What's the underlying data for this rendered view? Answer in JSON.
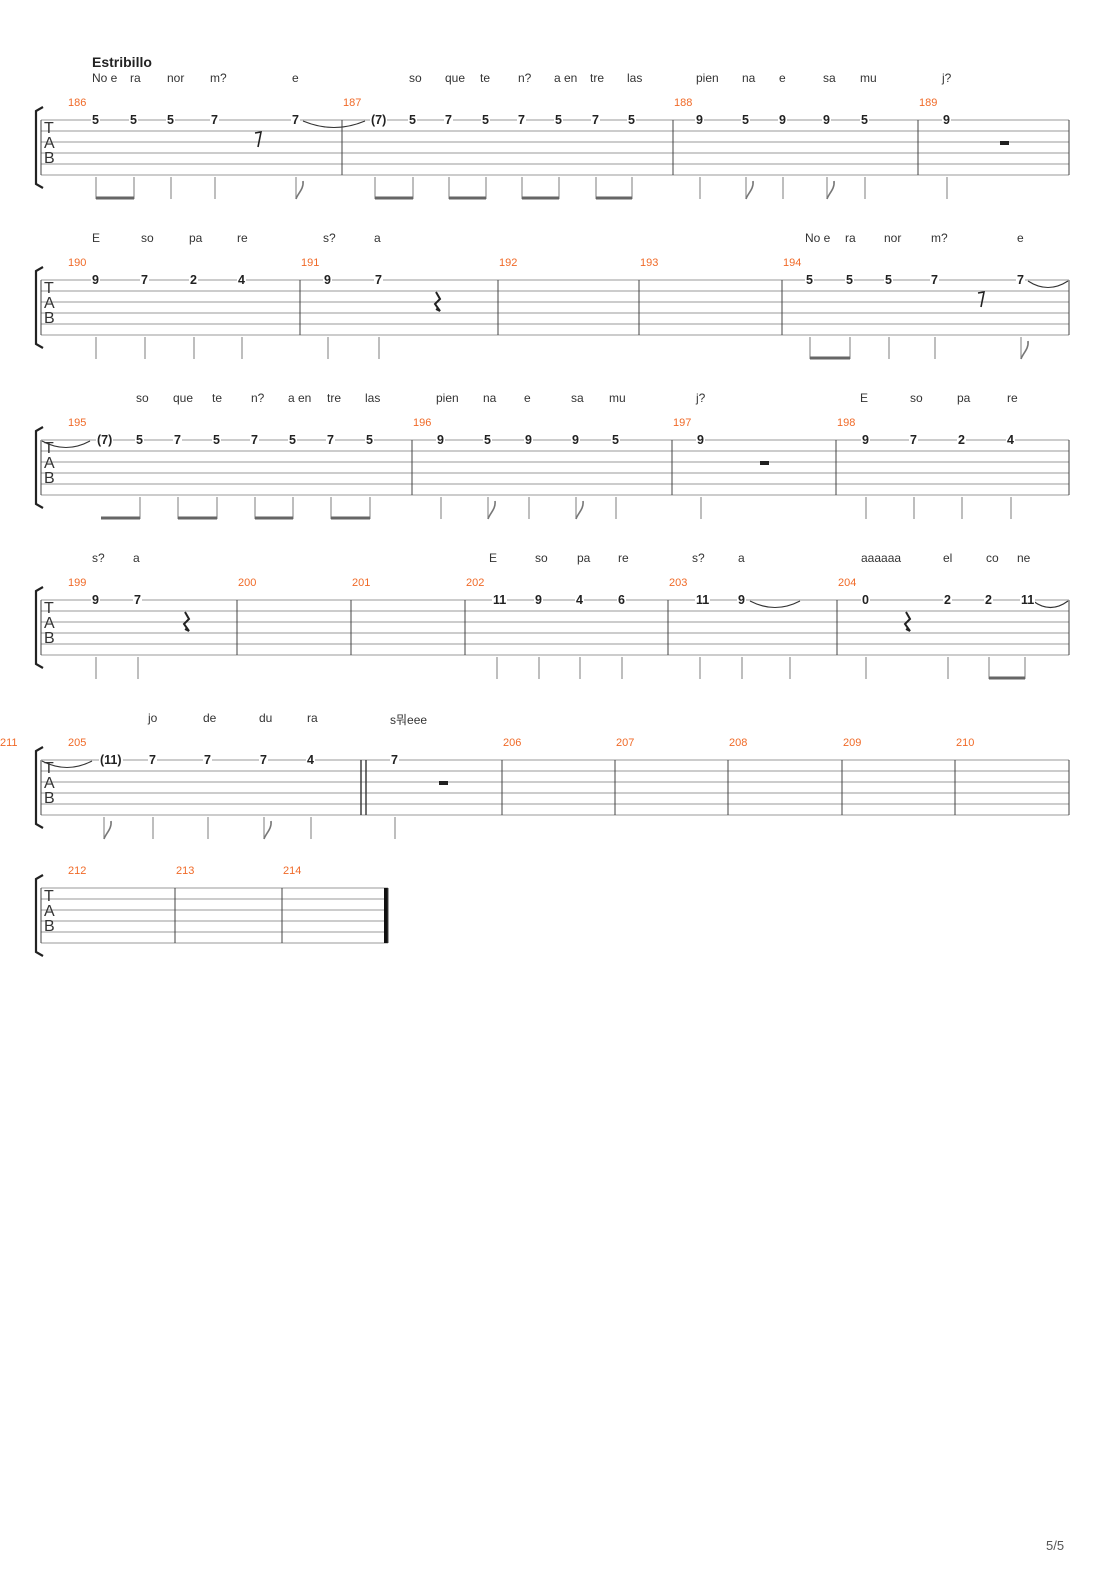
{
  "section_title": "Estribillo",
  "page_number": "5/5",
  "tab_clef": [
    "T",
    "A",
    "B"
  ],
  "systems": [
    {
      "measures": [
        "186",
        "187",
        "188",
        "189"
      ],
      "lyrics": [
        "No e",
        "ra",
        "nor",
        "m?",
        "e",
        "so",
        "que",
        "te",
        "n?",
        "a en",
        "tre",
        "las",
        "pien",
        "na",
        "e",
        "sa",
        "mu",
        "j?"
      ],
      "frets": [
        "5",
        "5",
        "5",
        "7",
        "7",
        "(7)",
        "5",
        "7",
        "5",
        "7",
        "5",
        "7",
        "5",
        "9",
        "5",
        "9",
        "9",
        "5",
        "9"
      ]
    },
    {
      "measures": [
        "190",
        "191",
        "192",
        "193",
        "194"
      ],
      "lyrics": [
        "E",
        "so",
        "pa",
        "re",
        "s?",
        "a",
        "No e",
        "ra",
        "nor",
        "m?",
        "e"
      ],
      "frets": [
        "9",
        "7",
        "2",
        "4",
        "9",
        "7",
        "5",
        "5",
        "5",
        "7",
        "7"
      ]
    },
    {
      "measures": [
        "195",
        "196",
        "197",
        "198"
      ],
      "lyrics": [
        "so",
        "que",
        "te",
        "n?",
        "a en",
        "tre",
        "las",
        "pien",
        "na",
        "e",
        "sa",
        "mu",
        "j?",
        "E",
        "so",
        "pa",
        "re"
      ],
      "frets": [
        "(7)",
        "5",
        "7",
        "5",
        "7",
        "5",
        "7",
        "5",
        "9",
        "5",
        "9",
        "9",
        "5",
        "9",
        "9",
        "7",
        "2",
        "4"
      ]
    },
    {
      "measures": [
        "199",
        "200",
        "201",
        "202",
        "203",
        "204"
      ],
      "lyrics": [
        "s?",
        "a",
        "E",
        "so",
        "pa",
        "re",
        "s?",
        "a",
        "aaaaaa",
        "el",
        "co",
        "ne"
      ],
      "frets": [
        "9",
        "7",
        "11",
        "9",
        "4",
        "6",
        "11",
        "9",
        "0",
        "2",
        "2",
        "11"
      ]
    },
    {
      "measures": [
        "205",
        "206",
        "207",
        "208",
        "209",
        "210",
        "211"
      ],
      "lyrics": [
        "jo",
        "de",
        "du",
        "ra",
        "s뭐eee"
      ],
      "frets": [
        "(11)",
        "7",
        "7",
        "7",
        "4",
        "7"
      ]
    },
    {
      "measures": [
        "212",
        "213",
        "214"
      ],
      "lyrics": [],
      "frets": []
    }
  ]
}
